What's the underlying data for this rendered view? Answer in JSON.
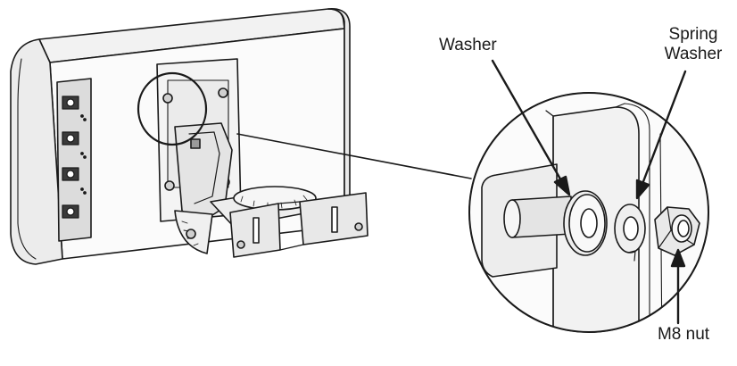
{
  "labels": {
    "washer": "Washer",
    "spring_washer_line1": "Spring",
    "spring_washer_line2": "Washer",
    "m8_nut_line1": "M8",
    "m8_nut_line2": "nut"
  },
  "colors": {
    "stroke": "#1a1a1a",
    "background": "#ffffff",
    "panel_fill": "#f7f7f7",
    "shade": "#e6e6e6"
  }
}
